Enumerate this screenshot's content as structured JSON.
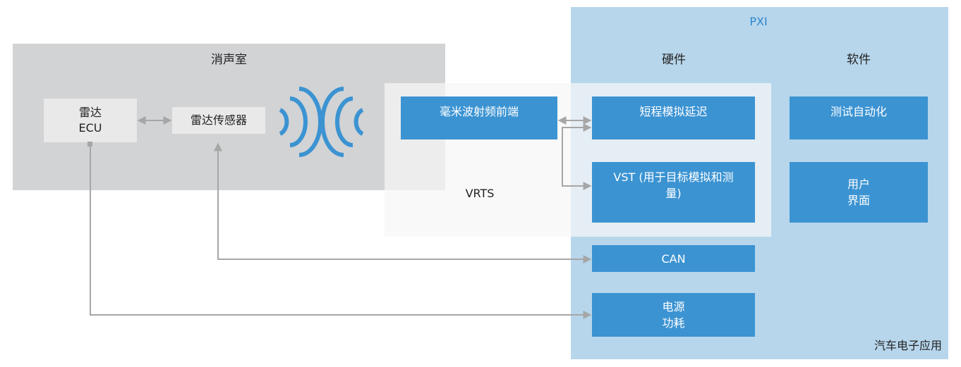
{
  "regions": {
    "anechoic_chamber": "消声室",
    "pxi": "PXI",
    "hardware": "硬件",
    "software": "软件",
    "vrts": "VRTS"
  },
  "nodes": {
    "radar_ecu": "雷达\nECU",
    "radar_sensor": "雷达传感器",
    "mmwave_frontend": "毫米波射频前端",
    "short_range_delay": "短程模拟延迟",
    "vst": "VST (用于目标模拟和测\n量)",
    "can": "CAN",
    "power": "电源\n功耗",
    "test_automation": "测试自动化",
    "user_interface": "用户\n界面"
  },
  "watermark": "汽车电子应用",
  "colors": {
    "pxi_background": "#b7d6ec",
    "chamber_background": "#d2d3d5",
    "vrts_background": "#f0f0f0",
    "blue_box": "#3b93d2",
    "arrow": "#a6a6a6",
    "wave": "#3b93d2"
  }
}
